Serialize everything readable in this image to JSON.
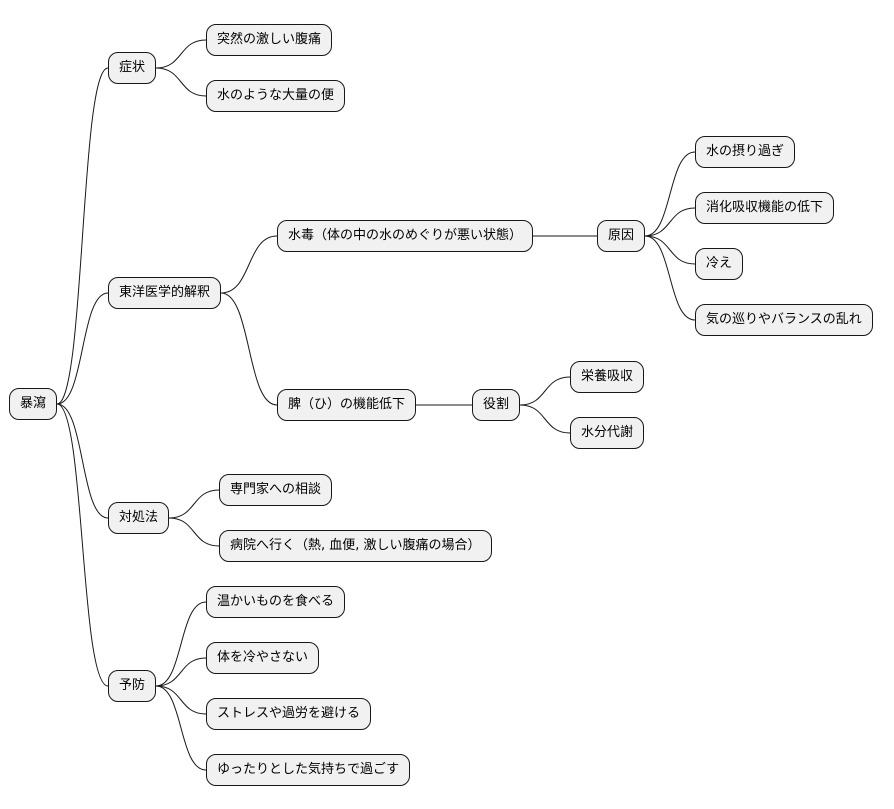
{
  "mindmap": {
    "root": "暴瀉",
    "branches": {
      "symptoms": {
        "label": "症状",
        "items": [
          "突然の激しい腹痛",
          "水のような大量の便"
        ]
      },
      "eastern": {
        "label": "東洋医学的解釈",
        "water_poison": {
          "label": "水毒（体の中の水のめぐりが悪い状態）",
          "cause": {
            "label": "原因",
            "items": [
              "水の摂り過ぎ",
              "消化吸収機能の低下",
              "冷え",
              "気の巡りやバランスの乱れ"
            ]
          }
        },
        "spleen": {
          "label": "脾（ひ）の機能低下",
          "role": {
            "label": "役割",
            "items": [
              "栄養吸収",
              "水分代謝"
            ]
          }
        }
      },
      "treatment": {
        "label": "対処法",
        "items": [
          "専門家への相談",
          "病院へ行く（熱, 血便, 激しい腹痛の場合）"
        ]
      },
      "prevention": {
        "label": "予防",
        "items": [
          "温かいものを食べる",
          "体を冷やさない",
          "ストレスや過労を避ける",
          "ゆったりとした気持ちで過ごす"
        ]
      }
    }
  },
  "colors": {
    "node_fill": "#f1f1f1",
    "node_border": "#181818",
    "edge": "#181818",
    "background": "#ffffff"
  }
}
